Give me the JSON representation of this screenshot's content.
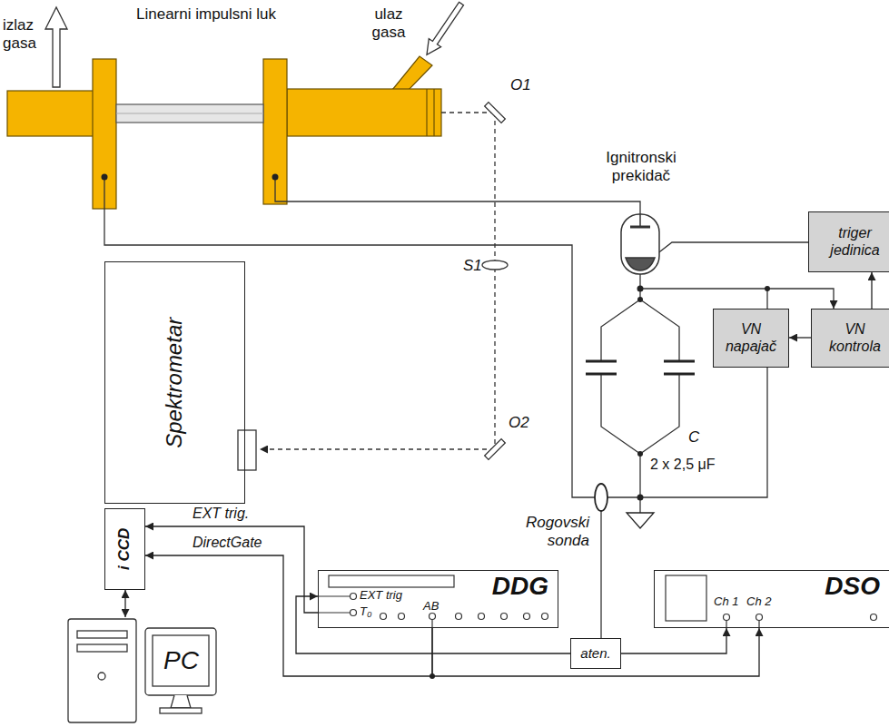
{
  "diagram": {
    "nodes": [
      {
        "text": [
          "triger jedinica"
        ]
      },
      {
        "text": [
          "VN kontrola"
        ]
      },
      {
        "text": [
          "VN napajač"
        ]
      },
      {
        "text": [
          "Spektrometar"
        ]
      },
      {
        "text": [
          "i CCD"
        ]
      },
      {
        "text": [
          "PC"
        ]
      },
      {
        "text": [
          "DDG"
        ]
      },
      {
        "text": [
          "DSO"
        ]
      },
      {
        "text": [
          "aten."
        ]
      }
    ],
    "edges": [
      {
        "from": 1,
        "to": 0,
        "arrow": "to"
      },
      {
        "from": 1,
        "to": 2,
        "arrow": "to"
      },
      {
        "from": 6,
        "to": 4,
        "arrow": "to",
        "label": "EXT trig."
      },
      {
        "from": 6,
        "to": 4,
        "arrow": "to",
        "label": "DirectGate"
      },
      {
        "from": 4,
        "to": 5,
        "arrow": "both"
      },
      {
        "from": 8,
        "to": 6,
        "arrow": "to"
      },
      {
        "from": 8,
        "to": 7,
        "arrow": "to"
      },
      {
        "from": 6,
        "to": 7,
        "arrow": "to"
      }
    ],
    "labels": [
      "Linearni impulsni luk",
      "izlaz gasa",
      "ulaz gasa",
      "O1",
      "Ignitronski prekidač",
      "S1",
      "O2",
      "C",
      "2 x 2,5 μF",
      "Rogovski sonda",
      "EXT trig",
      "T₀",
      "AB",
      "Ch 1",
      "Ch 2"
    ]
  }
}
